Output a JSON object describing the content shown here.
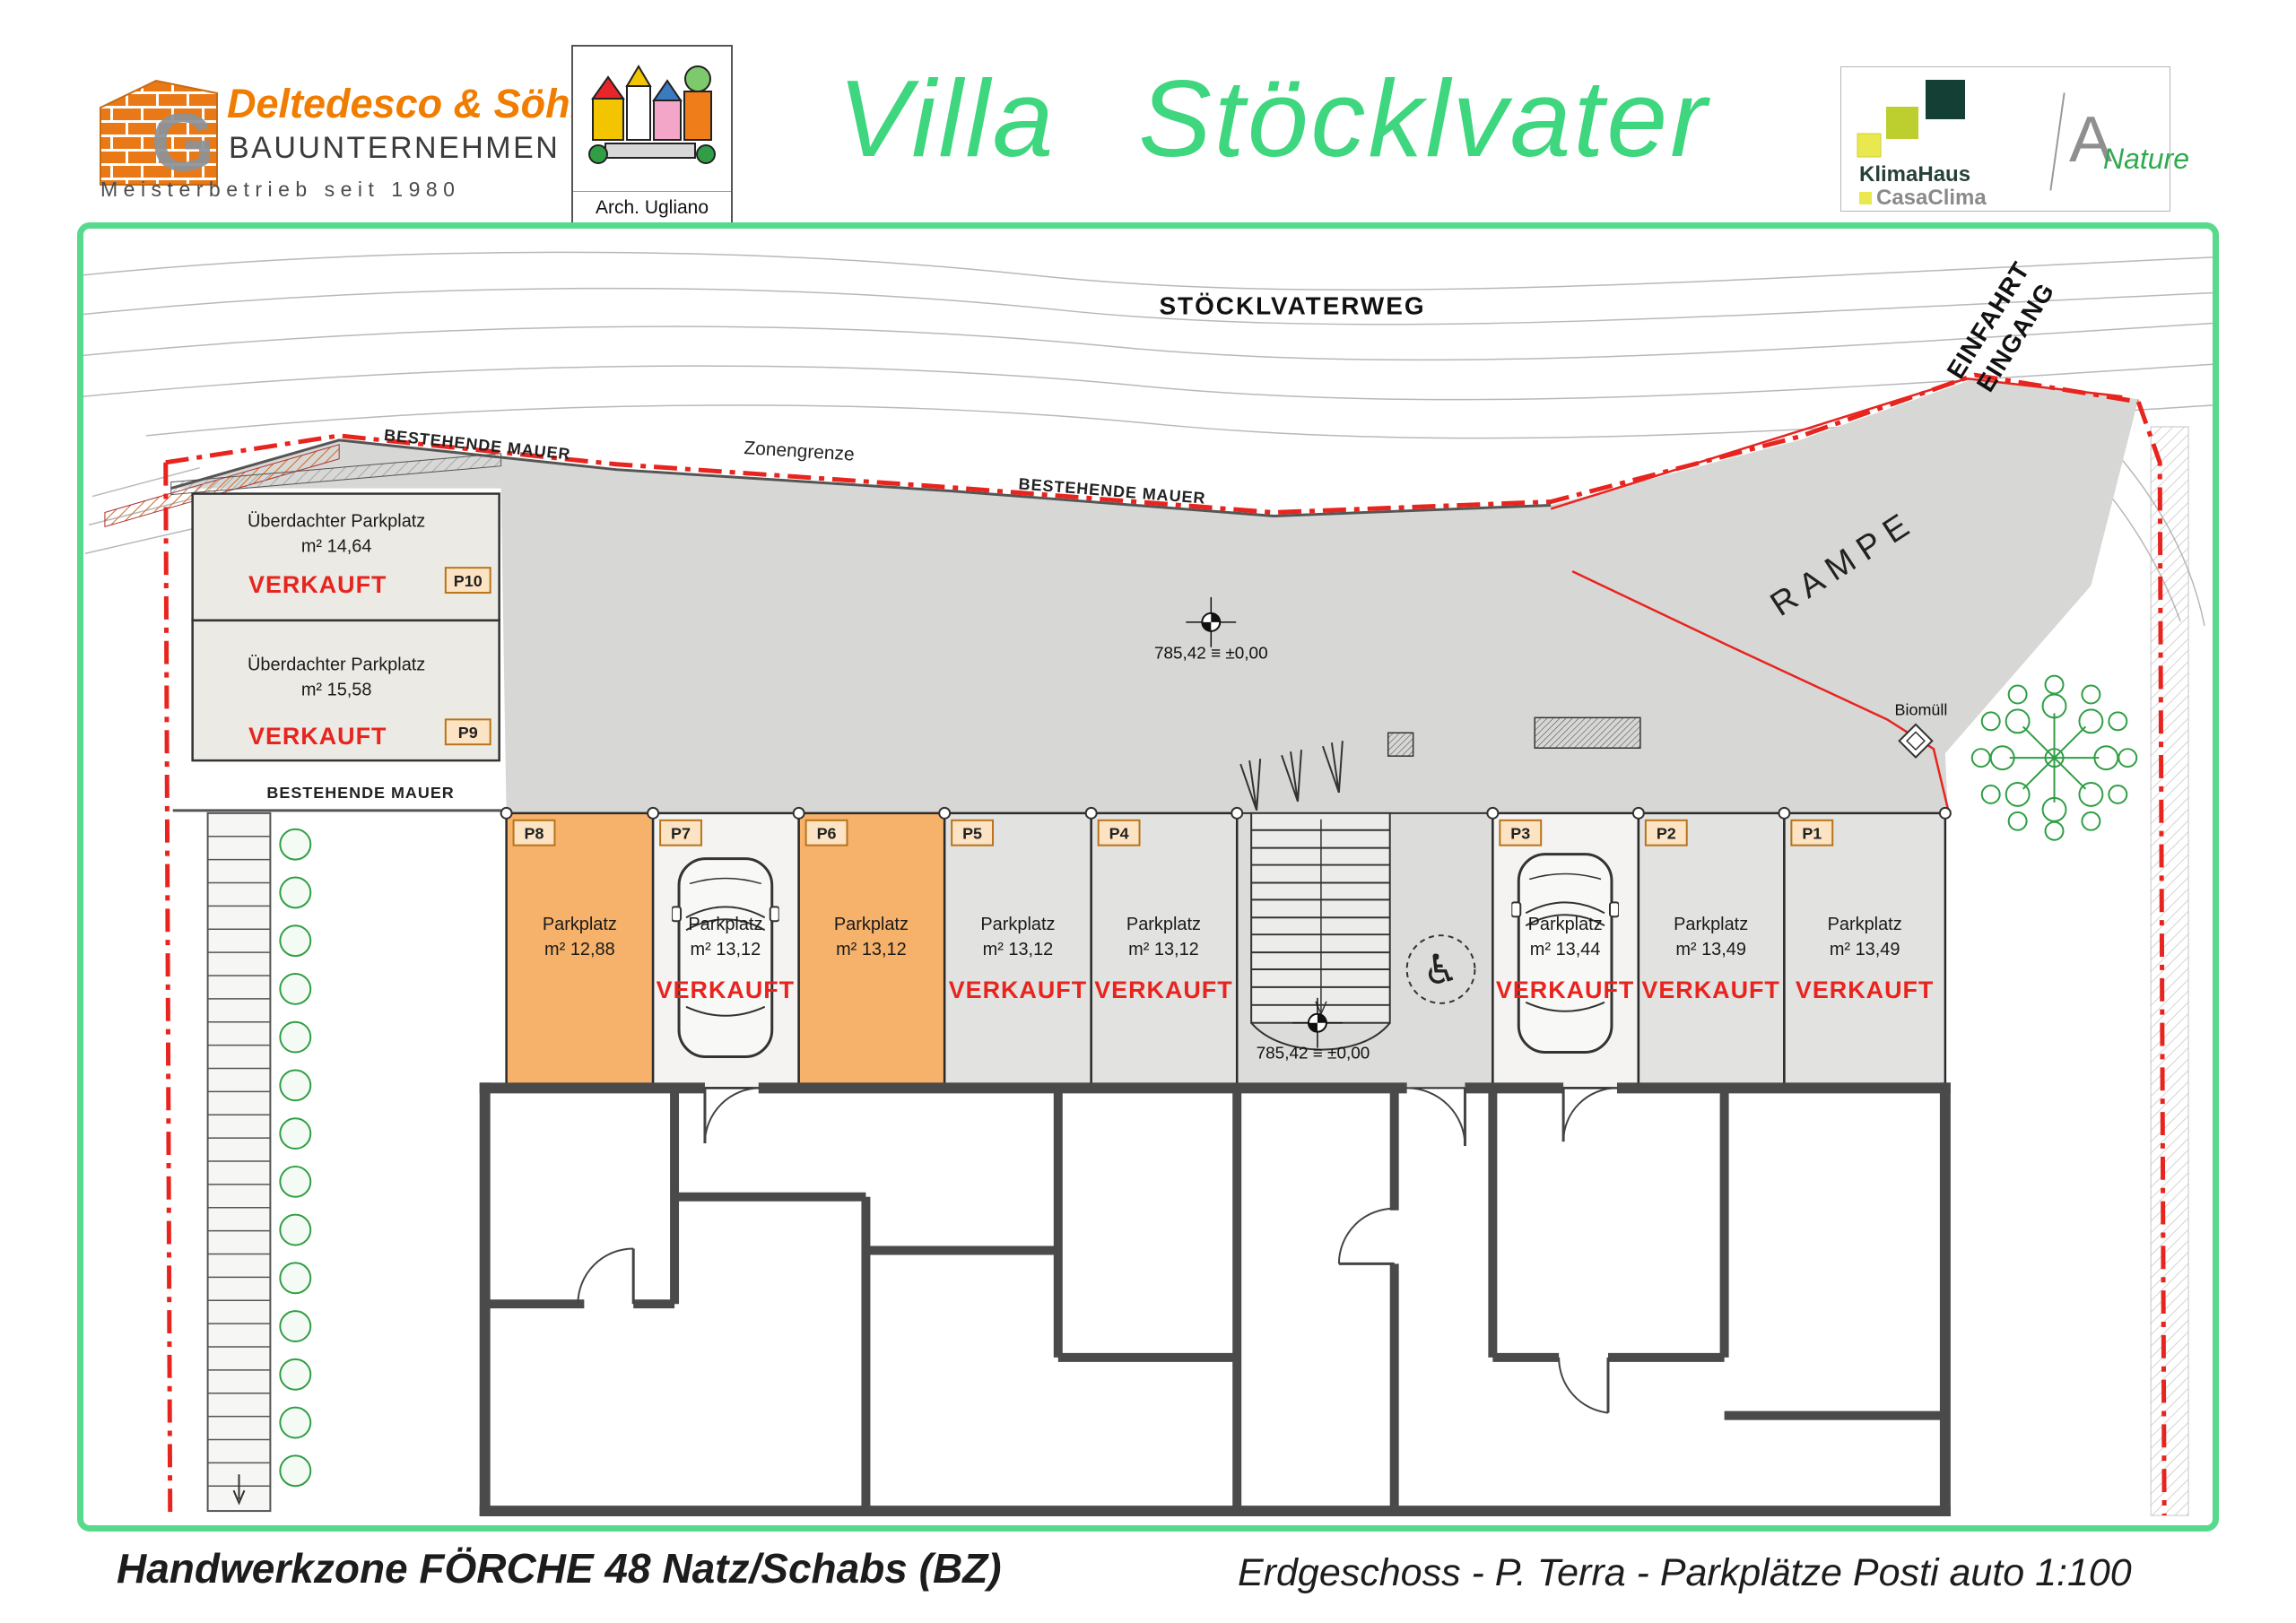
{
  "header": {
    "company": {
      "name": "Deltedesco & Söhne",
      "subtitle": "BAUUNTERNEHMEN",
      "tagline": "Meisterbetrieb seit 1980"
    },
    "architect_label": "Arch. Ugliano",
    "title": "Villa Stöcklvater",
    "cert": {
      "line1": "KlimaHaus",
      "line2": "CasaClima",
      "class_letter": "A",
      "class_name": "Nature"
    }
  },
  "plan": {
    "labels": {
      "street": "STÖCKLVATERWEG",
      "einfahrt": "EINFAHRT",
      "eingang": "EINGANG",
      "rampe": "RAMPE",
      "zonengrenze": "Zonengrenze",
      "existing_wall": "BESTEHENDE MAUER",
      "elevation": "785,42 ≡ ±0,00",
      "biowaste": "Biomüll"
    },
    "icons": {
      "wheelchair": "♿"
    },
    "covered_parking": [
      {
        "id": "P10",
        "title": "Überdachter Parkplatz",
        "area": "m² 14,64",
        "status": "VERKAUFT"
      },
      {
        "id": "P9",
        "title": "Überdachter Parkplatz",
        "area": "m² 15,58",
        "status": "VERKAUFT"
      }
    ],
    "parking": [
      {
        "id": "P8",
        "label": "Parkplatz",
        "area": "m² 12,88",
        "status": ""
      },
      {
        "id": "P7",
        "label": "Parkplatz",
        "area": "m² 13,12",
        "status": "VERKAUFT"
      },
      {
        "id": "P6",
        "label": "Parkplatz",
        "area": "m² 13,12",
        "status": ""
      },
      {
        "id": "P5",
        "label": "Parkplatz",
        "area": "m² 13,12",
        "status": "VERKAUFT"
      },
      {
        "id": "P4",
        "label": "Parkplatz",
        "area": "m² 13,12",
        "status": "VERKAUFT"
      },
      {
        "id": "P3",
        "label": "Parkplatz",
        "area": "m² 13,44",
        "status": "VERKAUFT"
      },
      {
        "id": "P2",
        "label": "Parkplatz",
        "area": "m² 13,49",
        "status": "VERKAUFT"
      },
      {
        "id": "P1",
        "label": "Parkplatz",
        "area": "m² 13,49",
        "status": "VERKAUFT"
      }
    ]
  },
  "footer": {
    "left": "Handwerkzone FÖRCHE 48 Natz/Schabs (BZ)",
    "right": "Erdgeschoss - P. Terra - Parkplätze Posti auto  1:100"
  },
  "colors": {
    "accent_green": "#3ed67e",
    "verkauft_red": "#e8241f",
    "boundary_red": "#e8241f",
    "highlight_orange": "#f6b26b",
    "courtyard_gray": "#d7d7d5",
    "company_orange": "#f07c00"
  }
}
